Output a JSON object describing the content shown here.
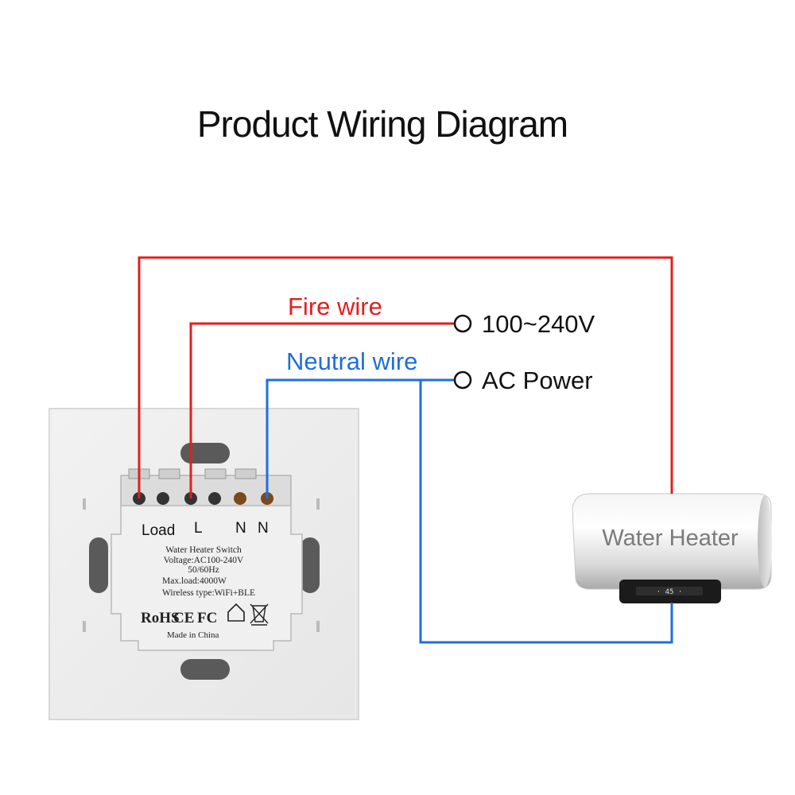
{
  "title": "Product Wiring Diagram",
  "wires": {
    "fire_label": "Fire wire",
    "neutral_label": "Neutral wire",
    "fire_color": "#e0201e",
    "neutral_color": "#1f6ee0"
  },
  "power": {
    "voltage_label": "100~240V",
    "type_label": "AC Power"
  },
  "heater": {
    "label": "Water Heater",
    "display_icon": "display-panel-icon"
  },
  "switch": {
    "terminals": [
      "Load",
      "L",
      "N",
      "N"
    ],
    "spec_lines": [
      "Water Heater Switch",
      "Voltage:AC100-240V",
      "50/60Hz",
      "Max.load:4000W",
      "Wireless type:WiFi+BLE"
    ],
    "certifications": [
      "RoHS",
      "CE",
      "FC"
    ],
    "cert_icons": [
      "house-icon",
      "weee-bin-icon"
    ],
    "origin": "Made in China"
  }
}
